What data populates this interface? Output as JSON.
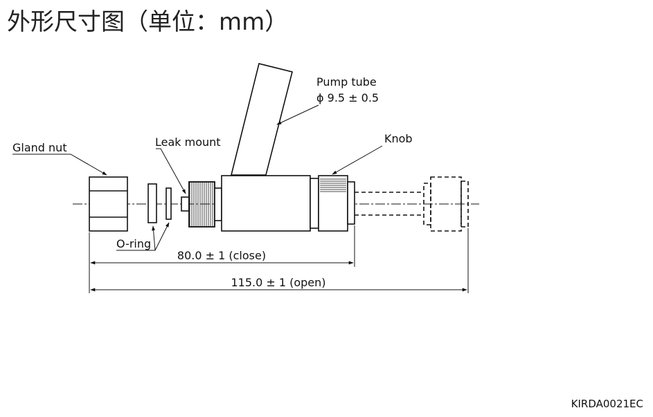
{
  "page": {
    "title": "外形尺寸图（单位：mm）",
    "code": "KIRDA0021EC"
  },
  "labels": {
    "pump_tube": "Pump tube",
    "pump_tube_dim": "ϕ 9.5 ± 0.5",
    "knob": "Knob",
    "gland_nut": "Gland nut",
    "leak_mount": "Leak mount",
    "o_ring": "O-ring"
  },
  "dimensions": {
    "close": "80.0 ± 1 (close)",
    "open": "115.0 ± 1 (open)"
  }
}
